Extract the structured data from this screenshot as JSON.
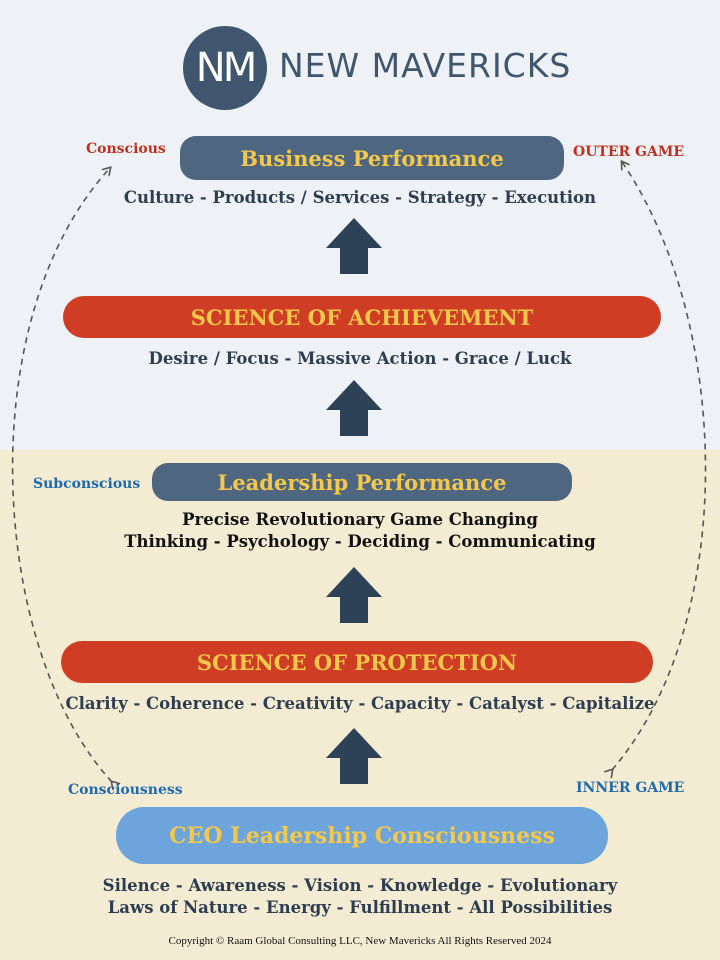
{
  "logo": {
    "monogram": "NM",
    "name": "NEW MAVERICKS"
  },
  "labels": {
    "conscious": "Conscious",
    "outer_game": "OUTER GAME",
    "subconscious": "Subconscious",
    "consciousness": "Consciousness",
    "inner_game": "INNER GAME"
  },
  "levels": {
    "business": {
      "title": "Business Performance",
      "detail": "Culture - Products / Services - Strategy - Execution"
    },
    "achievement": {
      "title": "SCIENCE OF ACHIEVEMENT",
      "detail": "Desire / Focus - Massive Action - Grace / Luck"
    },
    "leadership": {
      "title": "Leadership Performance",
      "detail_line1": "Precise Revolutionary Game Changing",
      "detail_line2": "Thinking - Psychology - Deciding - Communicating"
    },
    "protection": {
      "title": "SCIENCE OF PROTECTION",
      "detail": "Clarity - Coherence - Creativity - Capacity - Catalyst - Capitalize"
    },
    "ceo": {
      "title": "CEO Leadership Consciousness",
      "detail_line1": "Silence - Awareness - Vision - Knowledge - Evolutionary",
      "detail_line2": "Laws of Nature - Energy - Fulfillment - All Possibilities"
    }
  },
  "copyright": "Copyright © Raam Global Consulting LLC, New Mavericks All Rights Reserved 2024",
  "colors": {
    "navy_pill": "#4f6680",
    "red_pill": "#cf3e24",
    "light_blue_pill": "#6ea4dc",
    "pill_text": "#f4c84a",
    "arrow": "#2e4257",
    "top_background": "#eef2f6",
    "bottom_background": "#f3ebd2"
  }
}
